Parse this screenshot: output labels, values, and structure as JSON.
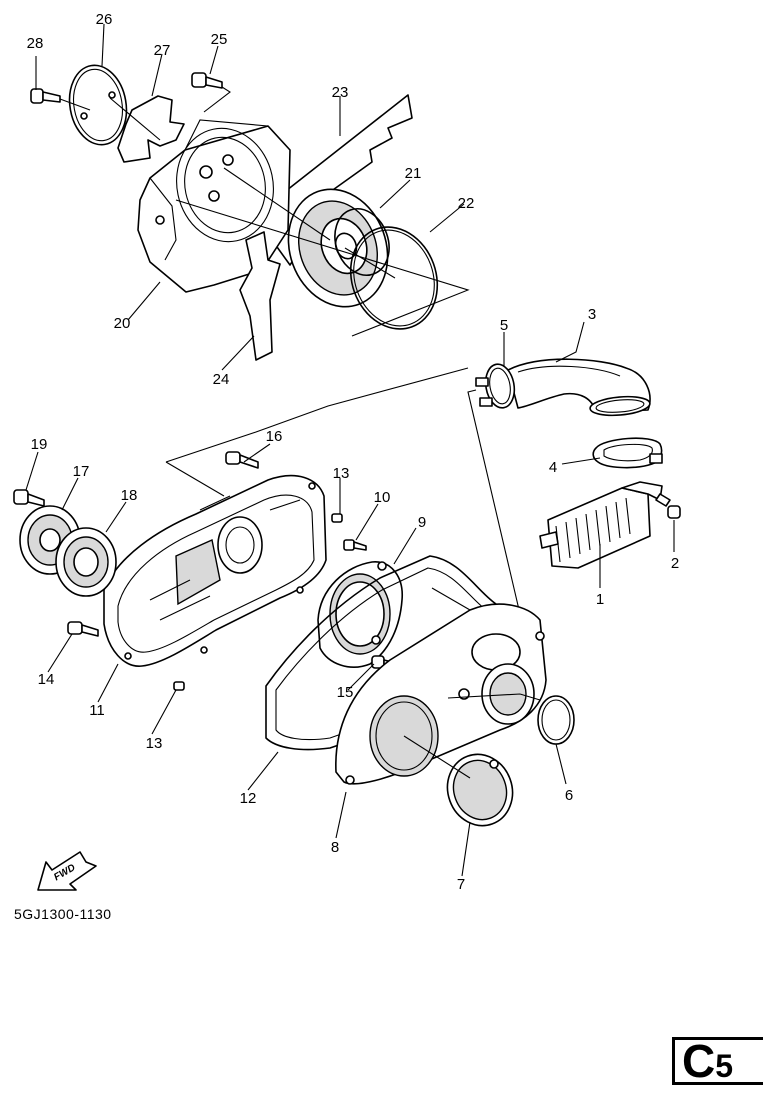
{
  "diagram_code": "5GJ1300-1130",
  "page_code_letter": "C",
  "page_code_number": "5",
  "fwd_label": "FWD",
  "callouts": [
    "1",
    "2",
    "3",
    "4",
    "5",
    "6",
    "7",
    "8",
    "9",
    "10",
    "11",
    "12",
    "13",
    "13",
    "14",
    "15",
    "16",
    "17",
    "18",
    "19",
    "20",
    "21",
    "22",
    "23",
    "24",
    "25",
    "26",
    "27",
    "28"
  ]
}
